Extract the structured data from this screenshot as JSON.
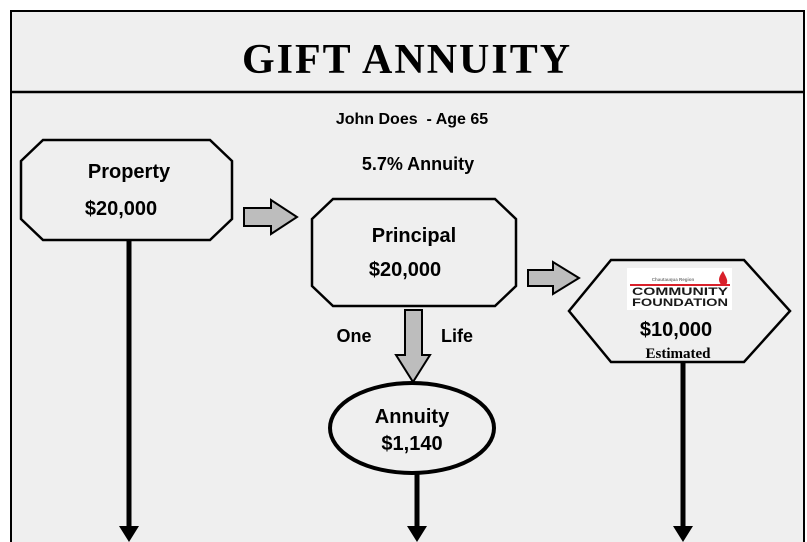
{
  "title": "GIFT ANNUITY",
  "donor": "John Does  - Age 65",
  "annuity_rate": "5.7% Annuity",
  "property": {
    "label": "Property",
    "amount": "$20,000"
  },
  "principal": {
    "label": "Principal",
    "amount": "$20,000"
  },
  "life_labels": {
    "left": "One",
    "right": "Life"
  },
  "annuity": {
    "label": "Annuity",
    "amount": "$1,140"
  },
  "foundation": {
    "logo_small_text": "Chautauqua Region",
    "logo_line1": "COMMUNITY",
    "logo_line2": "FOUNDATION",
    "amount": "$10,000",
    "note": "Estimated"
  },
  "colors": {
    "background": "#efefef",
    "stroke": "#000000",
    "arrow_fill": "#bdbdbd",
    "logo_red": "#d8202a",
    "logo_dark": "#1a1a1a"
  }
}
